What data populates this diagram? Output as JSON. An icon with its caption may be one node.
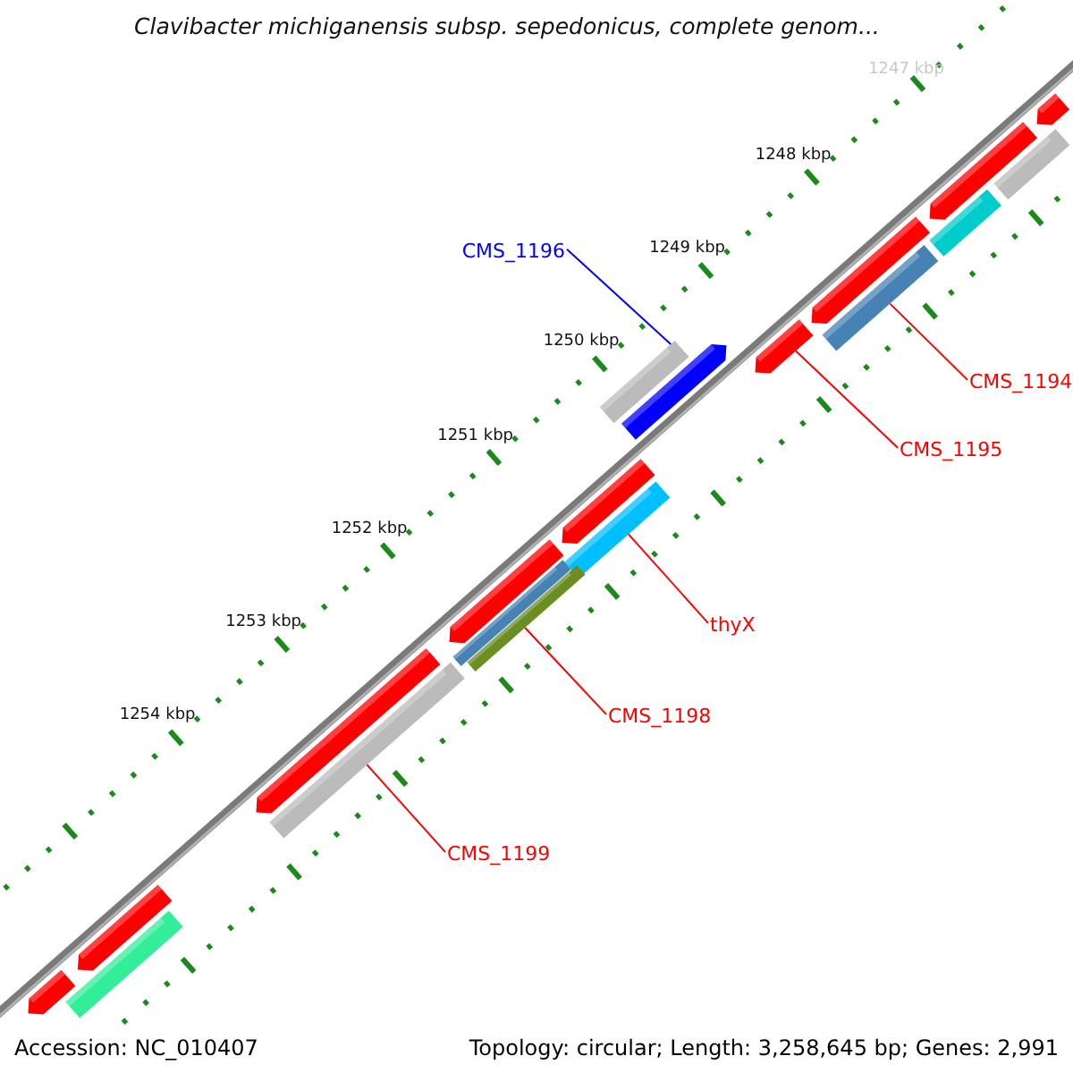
{
  "diagram": {
    "title": "Clavibacter michiganensis subsp. sepedonicus, complete genom...",
    "nodes": [
      {
        "text": [
          "CMS_1196"
        ]
      },
      {
        "text": [],
        "shape": "bar"
      },
      {
        "text": [
          "CMS_1194"
        ]
      },
      {
        "text": [],
        "shape": "bar"
      },
      {
        "text": [
          "CMS_1195"
        ]
      },
      {
        "text": [],
        "shape": "bar"
      },
      {
        "text": [
          "thyX"
        ]
      },
      {
        "text": [],
        "shape": "bar"
      },
      {
        "text": [
          "CMS_1198"
        ]
      },
      {
        "text": [],
        "shape": "bar"
      },
      {
        "text": [
          "CMS_1199"
        ]
      },
      {
        "text": [],
        "shape": "bar"
      },
      {
        "text": [],
        "shape": "bar"
      },
      {
        "text": [],
        "shape": "bar"
      },
      {
        "text": [],
        "shape": "bar"
      },
      {
        "text": [],
        "shape": "bar"
      },
      {
        "text": [],
        "shape": "bar"
      },
      {
        "text": [],
        "shape": "bar"
      },
      {
        "text": [],
        "shape": "bar"
      },
      {
        "text": [],
        "shape": "bar"
      },
      {
        "text": [],
        "shape": "bar"
      },
      {
        "text": [],
        "shape": "bar"
      },
      {
        "text": [],
        "shape": "bar"
      },
      {
        "text": [],
        "shape": "bar"
      },
      {
        "text": [],
        "shape": "bar"
      }
    ],
    "edges": [
      {
        "from": 0,
        "to": 1,
        "arrow": "none",
        "color": "#0000ff"
      },
      {
        "from": 2,
        "to": 3,
        "arrow": "none"
      },
      {
        "from": 4,
        "to": 5,
        "arrow": "none"
      },
      {
        "from": 6,
        "to": 7,
        "arrow": "none"
      },
      {
        "from": 8,
        "to": 9,
        "arrow": "none"
      },
      {
        "from": 10,
        "to": 11,
        "arrow": "none"
      }
    ],
    "labels": [
      "1247 kbp",
      "1248 kbp",
      "1249 kbp",
      "1250 kbp",
      "1251 kbp",
      "1252 kbp",
      "1253 kbp",
      "1254 kbp",
      "Accession: NC_010407",
      "Topology: circular; Length: 3,258,645 bp; Genes: 2,991"
    ]
  }
}
